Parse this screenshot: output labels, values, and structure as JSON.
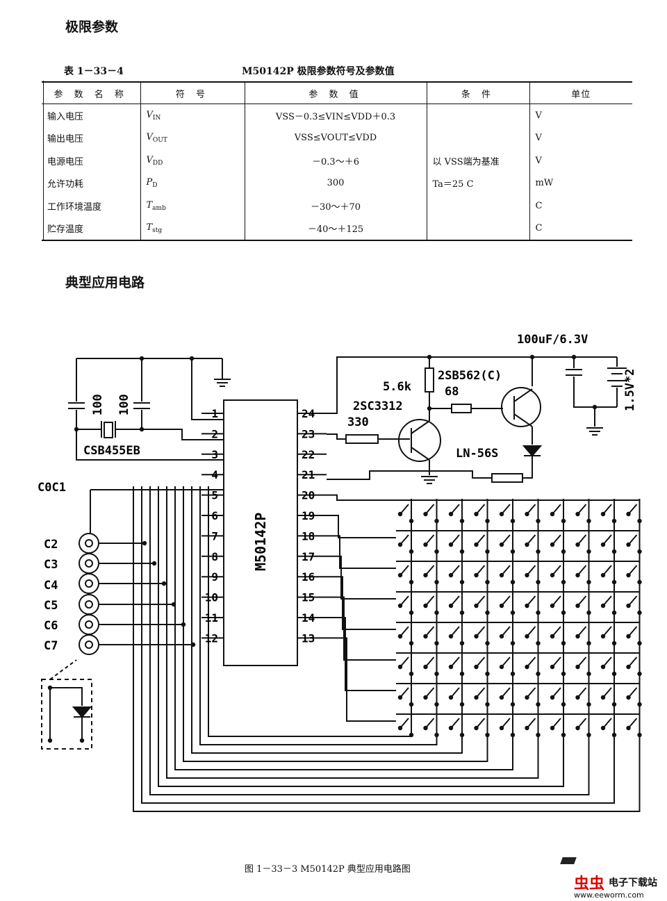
{
  "section1": "极限参数",
  "table": {
    "number": "表 1－33－4",
    "title": "M50142P 极限参数符号及参数值",
    "headers": [
      "参 数 名 称",
      "符  号",
      "参  数  值",
      "条  件",
      "单位"
    ],
    "rows": [
      {
        "name": "输入电压",
        "sym": "V",
        "sub": "IN",
        "value": "VSS－0.3≤VIN≤VDD＋0.3",
        "cond": "",
        "unit": "V"
      },
      {
        "name": "输出电压",
        "sym": "V",
        "sub": "OUT",
        "value": "VSS≤VOUT≤VDD",
        "cond": "",
        "unit": "V"
      },
      {
        "name": "电源电压",
        "sym": "V",
        "sub": "DD",
        "value": "－0.3～＋6",
        "cond": "以 VSS端为基准",
        "unit": "V"
      },
      {
        "name": "允许功耗",
        "sym": "P",
        "sub": "D",
        "value": "300",
        "cond": "Ta＝25 C",
        "unit": "mW"
      },
      {
        "name": "工作环境温度",
        "sym": "T",
        "sub": "amb",
        "value": "－30～＋70",
        "cond": "",
        "unit": "C"
      },
      {
        "name": "贮存温度",
        "sym": "T",
        "sub": "stg",
        "value": "－40～＋125",
        "cond": "",
        "unit": "C"
      }
    ]
  },
  "section2": "典型应用电路",
  "schematic": {
    "ic": "M50142P",
    "left_pins": [
      "1",
      "2",
      "3",
      "4",
      "5",
      "6",
      "7",
      "8",
      "9",
      "10",
      "11",
      "12"
    ],
    "right_pins": [
      "24",
      "23",
      "22",
      "21",
      "20",
      "19",
      "18",
      "17",
      "16",
      "15",
      "14",
      "13"
    ],
    "cap1": "100",
    "cap2": "100",
    "crystal": "CSB455EB",
    "cap_supply": "100uF/6.3V",
    "battery": "1.5V*2",
    "r1": "5.6k",
    "q2": "2SB562(C)",
    "r2": "68",
    "q1": "2SC3312",
    "r3": "330",
    "led": "LN-56S",
    "connectors": [
      "C0C1",
      "C2",
      "C3",
      "C4",
      "C5",
      "C6",
      "C7"
    ]
  },
  "figure_caption": "图 1－33－3   M50142P 典型应用电路图",
  "logo": {
    "cn": "虫虫",
    "text": "电子下载站",
    "url": "www.eeworm.com"
  }
}
